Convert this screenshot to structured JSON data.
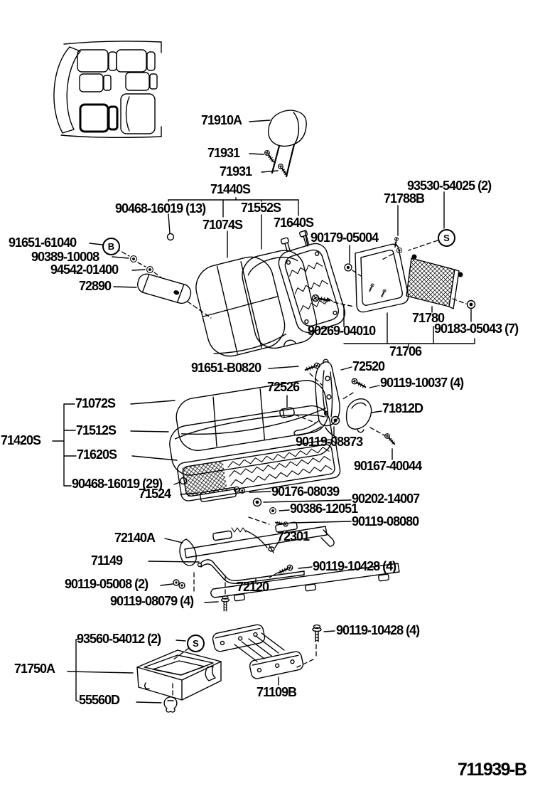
{
  "figure": {
    "code": "711939-B"
  },
  "callouts": {
    "b": "B",
    "s1": "S",
    "s2": "S"
  },
  "labels": [
    {
      "part": "71910A",
      "text": "71910A"
    },
    {
      "part": "71931",
      "text": "71931"
    },
    {
      "part": "71931",
      "text": "71931"
    },
    {
      "part": "71440S",
      "text": "71440S"
    },
    {
      "part": "90468-16019",
      "text": "90468-16019 (13)"
    },
    {
      "part": "71552S",
      "text": "71552S"
    },
    {
      "part": "71074S",
      "text": "71074S"
    },
    {
      "part": "71640S",
      "text": "71640S"
    },
    {
      "part": "93530-54025",
      "text": "93530-54025 (2)"
    },
    {
      "part": "71788B",
      "text": "71788B"
    },
    {
      "part": "90179-05004",
      "text": "90179-05004"
    },
    {
      "part": "91651-61040",
      "text": "91651-61040"
    },
    {
      "part": "90389-10008",
      "text": "90389-10008"
    },
    {
      "part": "94542-01400",
      "text": "94542-01400"
    },
    {
      "part": "72890",
      "text": "72890"
    },
    {
      "part": "90269-04010",
      "text": "90269-04010"
    },
    {
      "part": "71780",
      "text": "71780"
    },
    {
      "part": "90183-05043",
      "text": "90183-05043 (7)"
    },
    {
      "part": "71706",
      "text": "71706"
    },
    {
      "part": "91651-B0820",
      "text": "91651-B0820"
    },
    {
      "part": "72520",
      "text": "72520"
    },
    {
      "part": "72526",
      "text": "72526"
    },
    {
      "part": "90119-10037",
      "text": "90119-10037 (4)"
    },
    {
      "part": "71812D",
      "text": "71812D"
    },
    {
      "part": "71072S",
      "text": "71072S"
    },
    {
      "part": "71512S",
      "text": "71512S"
    },
    {
      "part": "71620S",
      "text": "71620S"
    },
    {
      "part": "71420S",
      "text": "71420S"
    },
    {
      "part": "90119-08873",
      "text": "90119-08873"
    },
    {
      "part": "90167-40044",
      "text": "90167-40044"
    },
    {
      "part": "90468-16019",
      "text": "90468-16019 (29)"
    },
    {
      "part": "71524",
      "text": "71524"
    },
    {
      "part": "90176-08039",
      "text": "90176-08039"
    },
    {
      "part": "90202-14007",
      "text": "90202-14007"
    },
    {
      "part": "90386-12051",
      "text": "90386-12051"
    },
    {
      "part": "90119-08080",
      "text": "90119-08080"
    },
    {
      "part": "72140A",
      "text": "72140A"
    },
    {
      "part": "72301",
      "text": "72301"
    },
    {
      "part": "71149",
      "text": "71149"
    },
    {
      "part": "90119-10428",
      "text": "90119-10428 (4)"
    },
    {
      "part": "90119-05008",
      "text": "90119-05008 (2)"
    },
    {
      "part": "90119-08079",
      "text": "90119-08079 (4)"
    },
    {
      "part": "72120",
      "text": "72120"
    },
    {
      "part": "93560-54012",
      "text": "93560-54012 (2)"
    },
    {
      "part": "71750A",
      "text": "71750A"
    },
    {
      "part": "55560D",
      "text": "55560D"
    },
    {
      "part": "90119-10428",
      "text": "90119-10428 (4)"
    },
    {
      "part": "71109B",
      "text": "71109B"
    }
  ]
}
